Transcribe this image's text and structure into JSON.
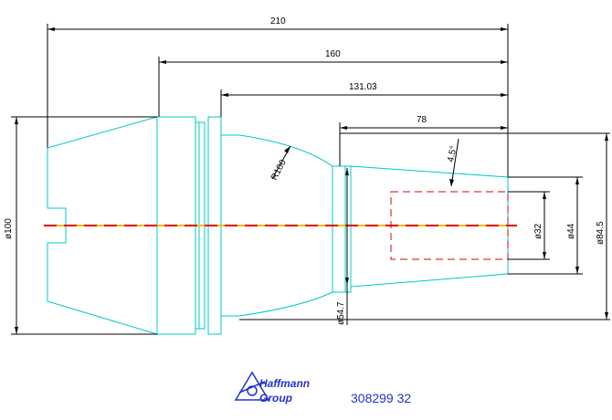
{
  "drawing": {
    "part_number": "308299 32",
    "logo": {
      "line1": "Haffmann",
      "line2": "Group"
    },
    "dimensions": {
      "len_210": "210",
      "len_160": "160",
      "len_131": "131.03",
      "len_78": "78",
      "dia_100": "ø100",
      "dia_32": "ø32",
      "dia_44": "ø44",
      "dia_84_5": "ø84.5",
      "dia_54_7": "ø54.7",
      "radius_100": "R100",
      "angle_4_5": "4.5°"
    },
    "colors": {
      "outline": "#00c8c8",
      "dimension": "#000000",
      "bore": "#e00000",
      "centerline_red": "#e00000",
      "centerline_yellow": "#e8c000",
      "brand": "#2233cc"
    }
  }
}
